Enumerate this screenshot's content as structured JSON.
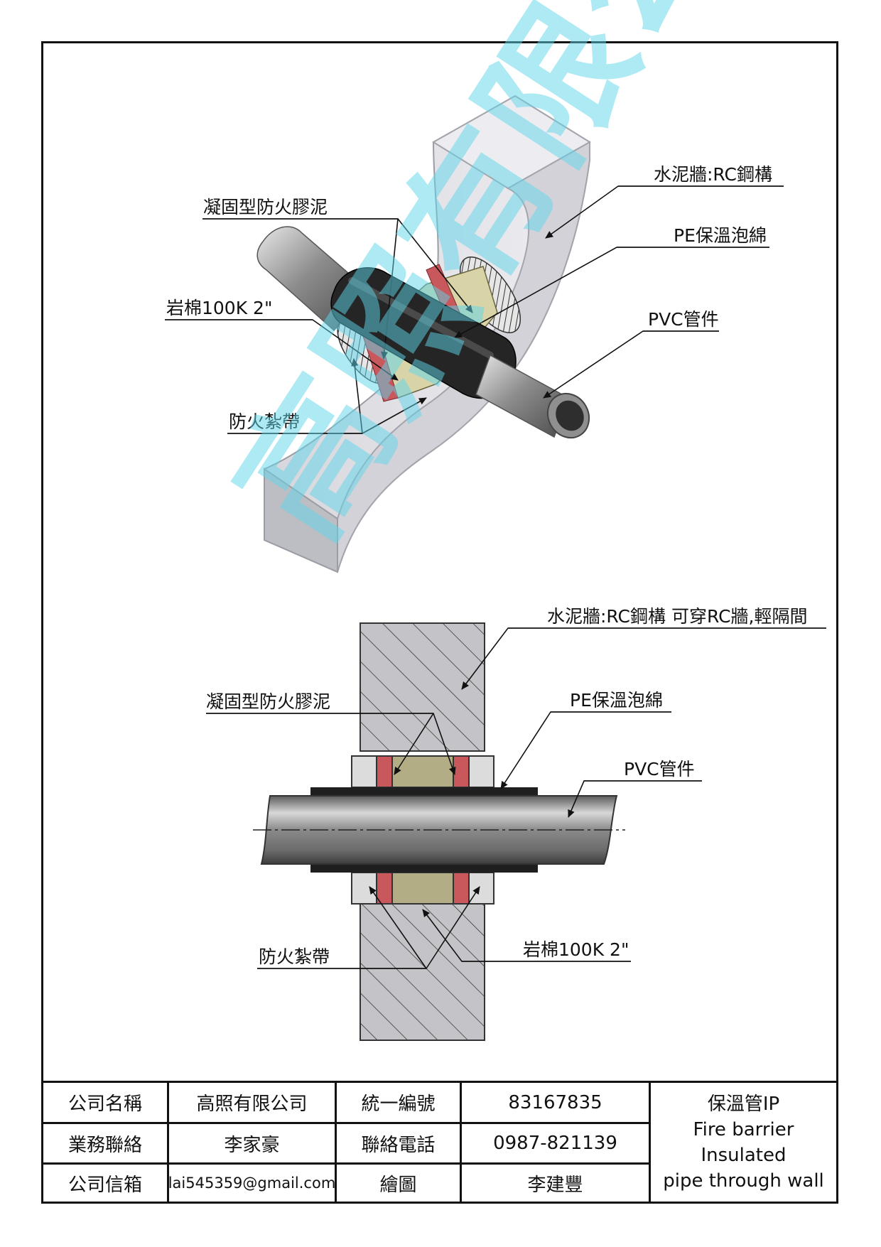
{
  "labels": {
    "iso_wall": "水泥牆:RC鋼構",
    "iso_pe": "PE保溫泡綿",
    "iso_putty": "凝固型防火膠泥",
    "iso_rockwool": "岩棉100K 2\"",
    "iso_pvc": "PVC管件",
    "iso_tape": "防火紮帶",
    "sec_wall": "水泥牆:RC鋼構 可穿RC牆,輕隔間",
    "sec_putty": "凝固型防火膠泥",
    "sec_pe": "PE保溫泡綿",
    "sec_pvc": "PVC管件",
    "sec_tape": "防火紮帶",
    "sec_rockwool": "岩棉100K 2\""
  },
  "watermark": "高照有限公司",
  "title_block": {
    "company_name_label": "公司名稱",
    "company_name": "高照有限公司",
    "tax_id_label": "統一編號",
    "tax_id": "83167835",
    "sales_contact_label": "業務聯絡",
    "sales_contact": "李家豪",
    "phone_label": "聯絡電話",
    "phone": "0987-821139",
    "email_label": "公司信箱",
    "email": "lai545359@gmail.com",
    "drawn_by_label": "繪圖",
    "drawn_by": "李建豐",
    "title_line1": "保溫管IP",
    "title_line2": "Fire barrier Insulated",
    "title_line3": "pipe through wall"
  },
  "colors": {
    "concrete": "#c7c7ca",
    "pe_foam": "#1f1f1f",
    "putty": "#c9585c",
    "rockwool": "#b3ad86",
    "pipe": "#9a9a9a",
    "watermark": "#5fd6ea"
  }
}
